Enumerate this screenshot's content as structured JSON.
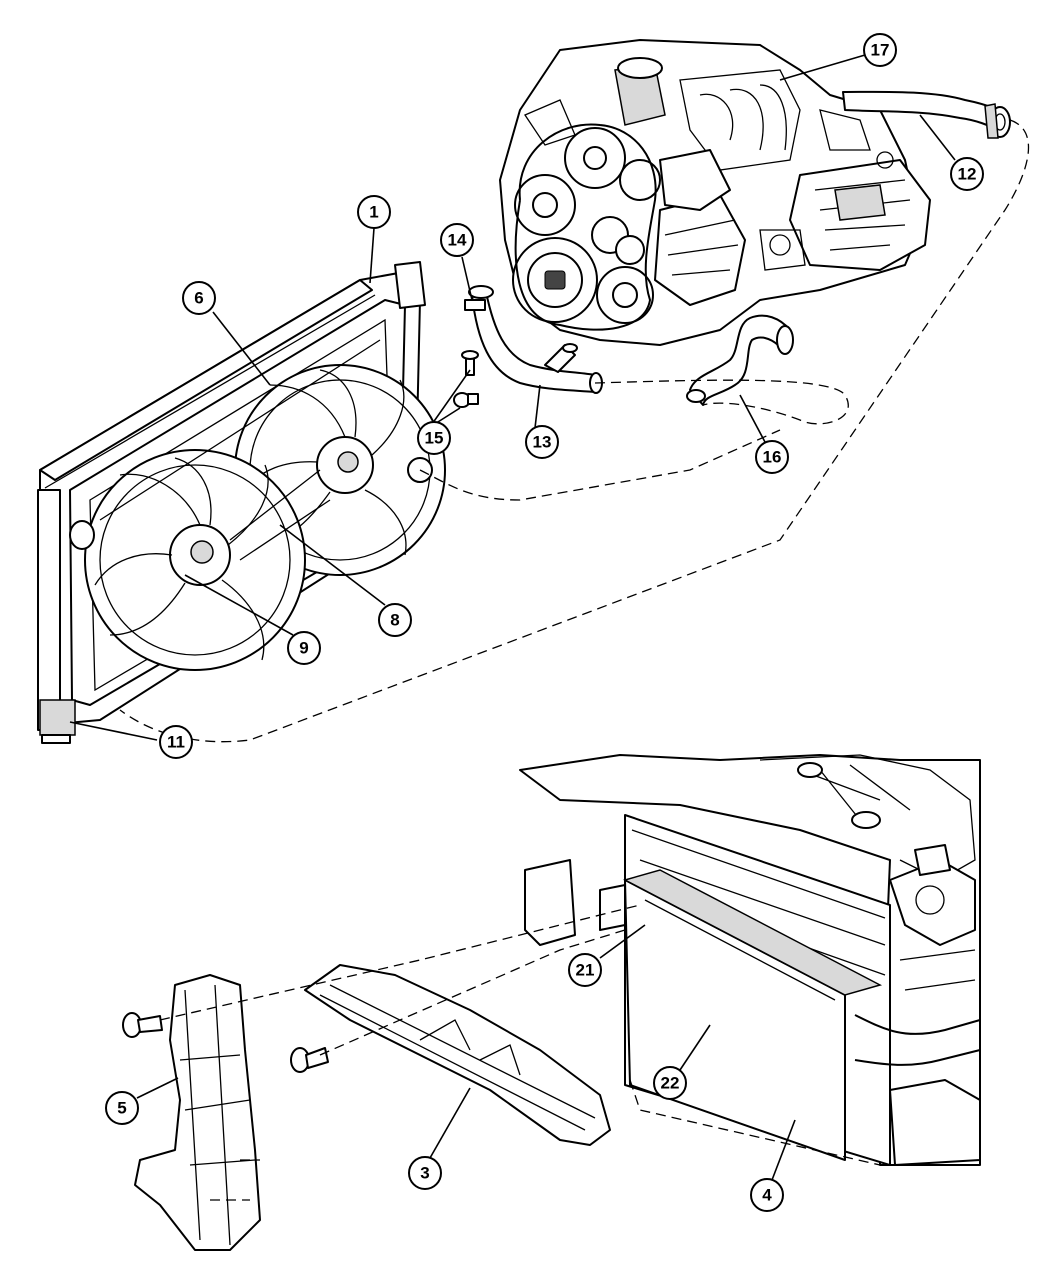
{
  "callouts": [
    {
      "id": "c1",
      "label": "1"
    },
    {
      "id": "c3",
      "label": "3"
    },
    {
      "id": "c4",
      "label": "4"
    },
    {
      "id": "c5",
      "label": "5"
    },
    {
      "id": "c6",
      "label": "6"
    },
    {
      "id": "c8",
      "label": "8"
    },
    {
      "id": "c9",
      "label": "9"
    },
    {
      "id": "c11",
      "label": "11"
    },
    {
      "id": "c12",
      "label": "12"
    },
    {
      "id": "c13",
      "label": "13"
    },
    {
      "id": "c14",
      "label": "14"
    },
    {
      "id": "c15",
      "label": "15"
    },
    {
      "id": "c16",
      "label": "16"
    },
    {
      "id": "c17",
      "label": "17"
    },
    {
      "id": "c21",
      "label": "21"
    },
    {
      "id": "c22",
      "label": "22"
    }
  ]
}
